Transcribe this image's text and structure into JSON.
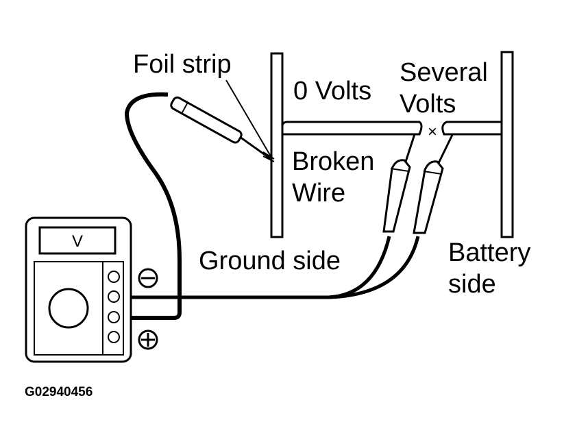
{
  "labels": {
    "foil_strip": "Foil strip",
    "zero_volts": "0 Volts",
    "several_volts_1": "Several",
    "several_volts_2": "Volts",
    "broken_wire_1": "Broken",
    "broken_wire_2": "Wire",
    "ground_side": "Ground side",
    "battery_side_1": "Battery",
    "battery_side_2": "side",
    "break_mark": "×",
    "meter_display": "V",
    "figure_code": "G02940456"
  },
  "symbols": {
    "minus": "minus-circle-icon",
    "plus": "plus-circle-icon"
  },
  "colors": {
    "ink": "#000000",
    "background": "#ffffff"
  }
}
